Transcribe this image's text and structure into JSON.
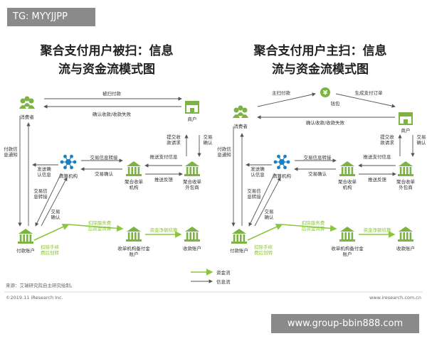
{
  "watermark_top": "TG: MYYJJPP",
  "watermark_bottom": "www.group-bbin888.com",
  "left": {
    "title_line1": "聚合支付用户被扫：信息",
    "title_line2": "流与资金流模式图",
    "nodes": {
      "consumer": "消费者",
      "merchant": "商户",
      "clearing": "清算机构",
      "aggregator": "聚合收单\n外包商",
      "acquirer": "聚合收单\n机构",
      "payer_account": "付款账户",
      "reserve_account": "收单机构备付金\n账户",
      "payee_account": "收款账户"
    },
    "edges": {
      "scan_pay": "被扫付款",
      "confirm_receipt": "确认收款/收款失败",
      "submit_request": "提交收\n款请求",
      "trade_confirm_merchant": "交易\n确认",
      "trade_info_forward": "交易信息转接",
      "trade_confirm_clear": "交易确认",
      "push_payment_info": "推送支付信息",
      "push_feedback": "推送反馈",
      "payment_info_notice": "付款信\n息通知",
      "send_confirm_info": "发送确\n认信息",
      "trade_info_forward_v": "交易信\n息转接",
      "trade_confirm_v": "交易\n确认",
      "fee_deduct": "扣除手续\n费后划转",
      "net_clear": "扣除服务费\n后资金清算",
      "fund_clear": "资金净额结算"
    }
  },
  "right": {
    "title_line1": "聚合支付用户主扫：信息",
    "title_line2": "流与资金流模式图",
    "nodes": {
      "consumer": "消费者",
      "wallet": "钱包",
      "merchant": "商户",
      "clearing": "清算机构",
      "aggregator": "聚合收单\n外包商",
      "acquirer": "聚合收单\n机构",
      "payer_account": "付款账户",
      "reserve_account": "收单机构备付金\n账户",
      "payee_account": "收款账户"
    },
    "edges": {
      "active_pay": "主扫付款",
      "gen_order": "生成支付订单",
      "confirm_receipt": "确认收款/收款失败",
      "submit_request": "提交收\n款请求",
      "trade_confirm_merchant": "交易\n确认",
      "trade_info_forward": "交易信息转接",
      "trade_confirm_clear": "交易确认",
      "push_payment_info": "推送支付信息",
      "push_feedback": "推送反馈",
      "payment_info_notice": "付款信\n息通知",
      "send_confirm_info": "发送确\n认信息",
      "trade_info_forward_v": "交易信\n息转接",
      "trade_confirm_v": "交易\n确认",
      "fee_deduct": "扣除手续\n费后划转",
      "net_clear": "扣除服务费\n后资金清算",
      "fund_clear": "资金净额结算"
    }
  },
  "legend": {
    "fund_flow": "资金流",
    "info_flow": "信息流"
  },
  "source": "来源：艾瑞研究院自主研究绘制。",
  "copyright": "©2019.11 iResearch Inc.",
  "site": "www.iresearch.com.cn",
  "colors": {
    "green": "#8cc63f",
    "gray": "#555555",
    "icon_green": "#7cb342"
  }
}
